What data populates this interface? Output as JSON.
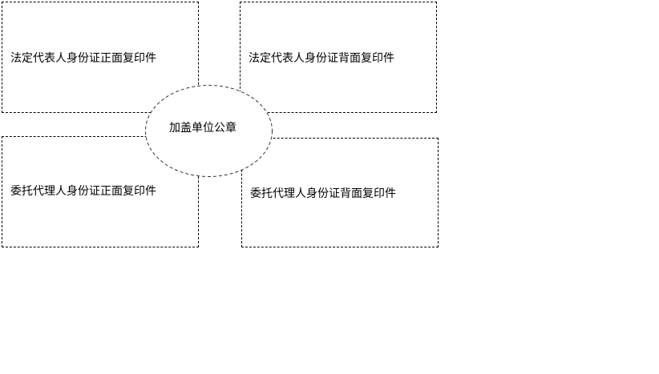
{
  "diagram": {
    "boxes": [
      {
        "id": "legal-rep-front",
        "label": "法定代表人身份证正面复印件"
      },
      {
        "id": "legal-rep-back",
        "label": "法定代表人身份证背面复印件"
      },
      {
        "id": "agent-front",
        "label": "委托代理人身份证正面复印件"
      },
      {
        "id": "agent-back",
        "label": "委托代理人身份证背面复印件"
      }
    ],
    "seal": {
      "label": "加盖单位公章"
    }
  }
}
